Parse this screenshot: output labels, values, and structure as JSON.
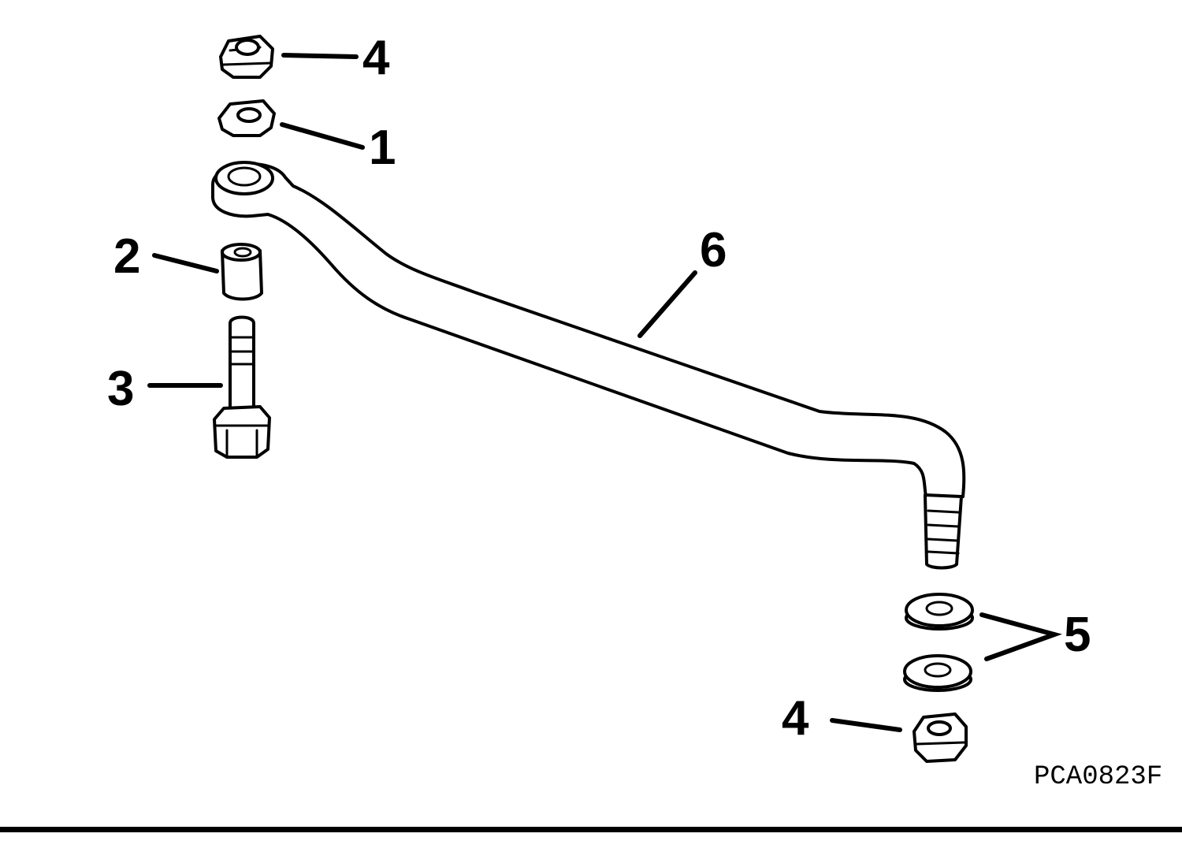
{
  "callouts": {
    "top_locknut": "4",
    "hex_nut": "1",
    "spacer": "2",
    "bolt": "3",
    "steering_link": "6",
    "washers": "5",
    "bottom_locknut": "4"
  },
  "figure_code": "PCA0823F"
}
